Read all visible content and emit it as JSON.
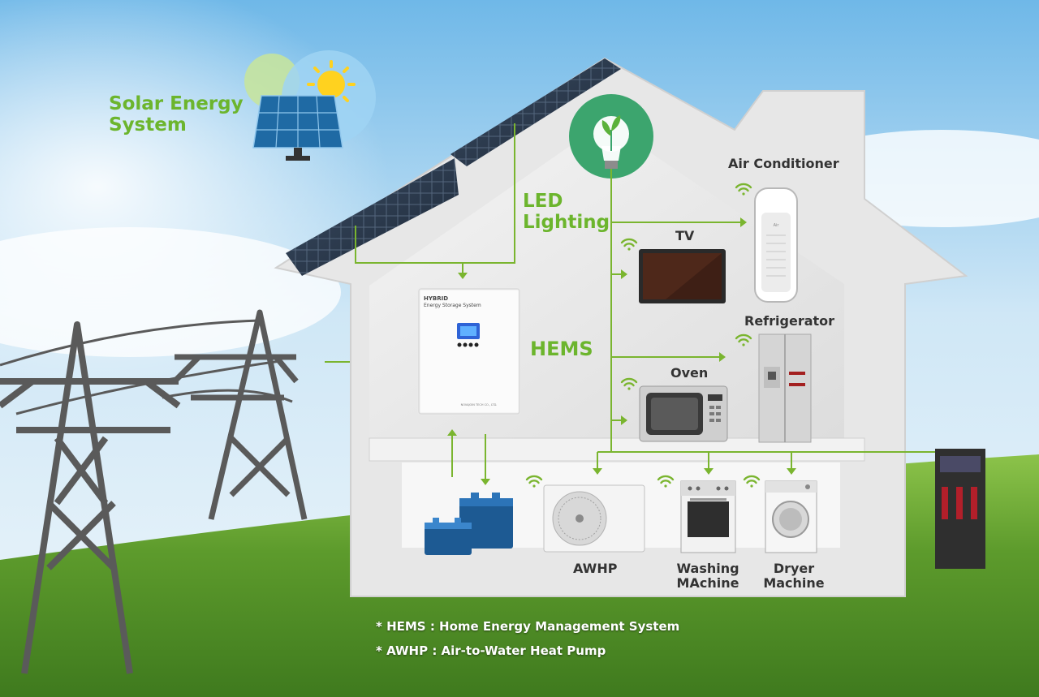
{
  "colors": {
    "accent_green": "#6cb52d",
    "line_green": "#7ab52f",
    "label_dark": "#333333",
    "sky_top": "#7ec3ec",
    "grass": "#5c9a2c",
    "tower_gray": "#5a5a5a"
  },
  "labels": {
    "solar_line1": "Solar Energy",
    "solar_line2": "System",
    "led_line1": "LED",
    "led_line2": "Lighting",
    "hems": "HEMS",
    "air_conditioner": "Air Conditioner",
    "tv": "TV",
    "refrigerator": "Refrigerator",
    "oven": "Oven",
    "awhp": "AWHP",
    "washing_line1": "Washing",
    "washing_line2": "MAchine",
    "dryer_line1": "Dryer",
    "dryer_line2": "Machine"
  },
  "device": {
    "hybrid": "HYBRID",
    "ess": "Energy Storage System",
    "maker": "NOVAJOIN TECH CO., LTD.",
    "air_brand": "Air"
  },
  "footnotes": {
    "hems": "* HEMS : Home Energy Management System",
    "awhp": "* AWHP : Air-to-Water Heat Pump"
  },
  "icons": {
    "wifi": "wifi-icon",
    "sun": "sun-icon",
    "bulb": "bulb-leaf-icon"
  }
}
